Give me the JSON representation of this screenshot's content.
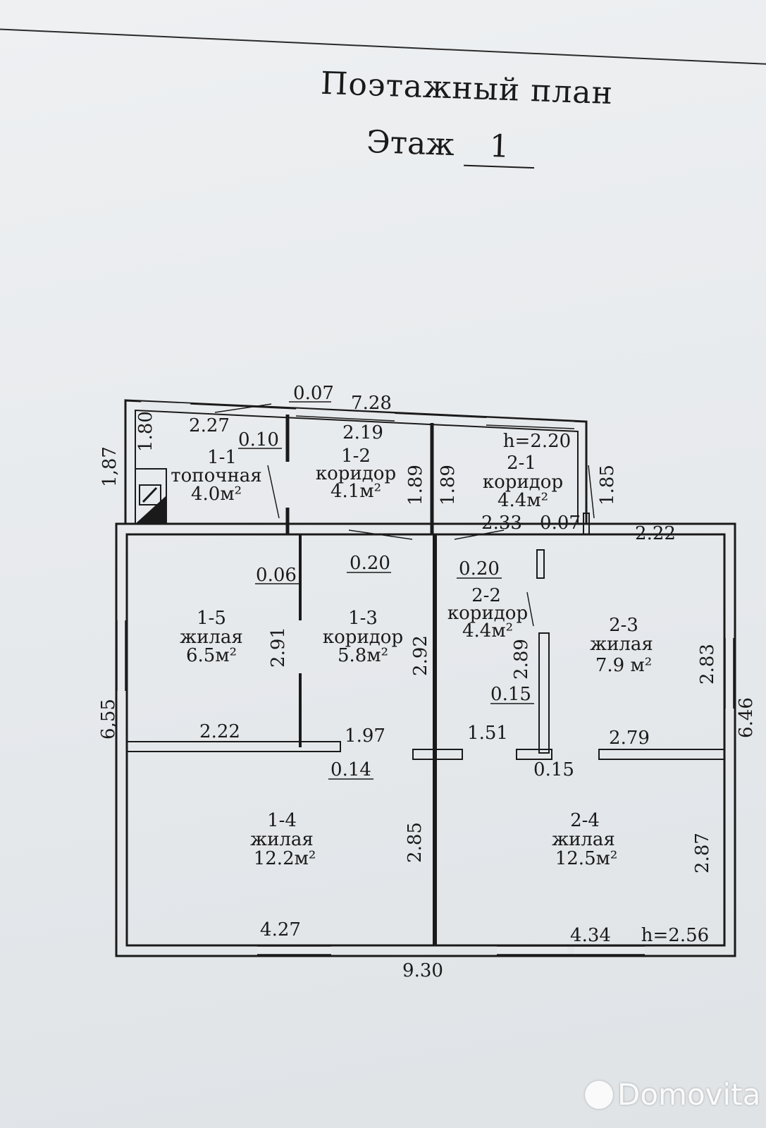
{
  "header": {
    "title": "Поэтажный план",
    "floor_label": "Этаж",
    "floor_number": "1"
  },
  "rooms": [
    {
      "id": "1-1",
      "name": "топочная",
      "area": "4.0м²"
    },
    {
      "id": "1-2",
      "name": "коридор",
      "area": "4.1м²"
    },
    {
      "id": "2-1",
      "name": "коридор",
      "area": "4.4м²"
    },
    {
      "id": "1-5",
      "name": "жилая",
      "area": "6.5м²"
    },
    {
      "id": "1-3",
      "name": "коридор",
      "area": "5.8м²"
    },
    {
      "id": "2-2",
      "name": "коридор",
      "area": "4.4м²"
    },
    {
      "id": "2-3",
      "name": "жилая",
      "area": "7.9 м²"
    },
    {
      "id": "1-4",
      "name": "жилая",
      "area": "12.2м²"
    },
    {
      "id": "2-4",
      "name": "жилая",
      "area": "12.5м²"
    }
  ],
  "dimensions": {
    "d_007_a": "0.07",
    "d_728": "7.28",
    "d_227": "2.27",
    "d_010": "0.10",
    "d_219": "2.19",
    "d_h220": "h=2.20",
    "d_180": "1.80",
    "d_187": "1,87",
    "d_189_a": "1.89",
    "d_189_b": "1.89",
    "d_185": "1.85",
    "d_233": "2.33",
    "d_007_b": "0.07",
    "d_222_a": "2.22",
    "d_020_a": "0.20",
    "d_020_b": "0.20",
    "d_006": "0.06",
    "d_291": "2.91",
    "d_292": "2.92",
    "d_289": "2.89",
    "d_283": "2.83",
    "d_646": "6.46",
    "d_015_a": "0.15",
    "d_655": "6,55",
    "d_222_b": "2.22",
    "d_197": "1.97",
    "d_151": "1.51",
    "d_279": "2.79",
    "d_014": "0.14",
    "d_015_b": "0.15",
    "d_285": "2.85",
    "d_287": "2.87",
    "d_427": "4.27",
    "d_434": "4.34",
    "d_h256": "h=2.56",
    "d_930": "9.30"
  },
  "watermark": {
    "brand": "Domovita"
  }
}
